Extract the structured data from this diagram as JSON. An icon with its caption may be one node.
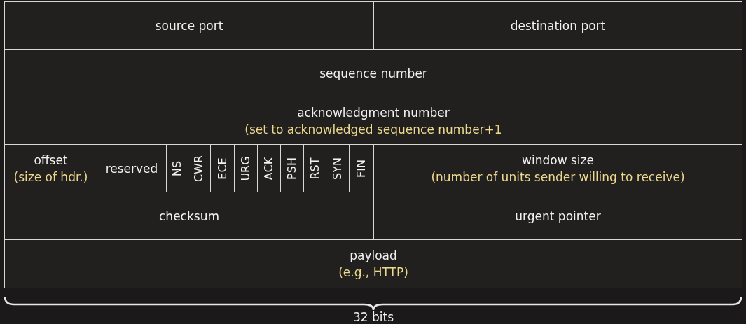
{
  "diagram": {
    "nodes": [
      {
        "text": [
          "source port"
        ]
      },
      {
        "text": [
          "destination port"
        ]
      },
      {
        "text": [
          "sequence number"
        ]
      },
      {
        "text": [
          "acknowledgment number",
          "(set to acknowledged sequence number+1"
        ]
      },
      {
        "text": [
          "offset",
          "(size of hdr.)"
        ]
      },
      {
        "text": [
          "reserved"
        ]
      },
      {
        "text": [
          "NS"
        ]
      },
      {
        "text": [
          "CWR"
        ]
      },
      {
        "text": [
          "ECE"
        ]
      },
      {
        "text": [
          "URG"
        ]
      },
      {
        "text": [
          "ACK"
        ]
      },
      {
        "text": [
          "PSH"
        ]
      },
      {
        "text": [
          "RST"
        ]
      },
      {
        "text": [
          "SYN"
        ]
      },
      {
        "text": [
          "FIN"
        ]
      },
      {
        "text": [
          "window size",
          "(number of units sender willing to receive)"
        ]
      },
      {
        "text": [
          "checksum"
        ]
      },
      {
        "text": [
          "urgent pointer"
        ]
      },
      {
        "text": [
          "payload",
          "(e.g., HTTP)"
        ]
      }
    ],
    "edges": [],
    "labels": [
      "32 bits"
    ]
  }
}
